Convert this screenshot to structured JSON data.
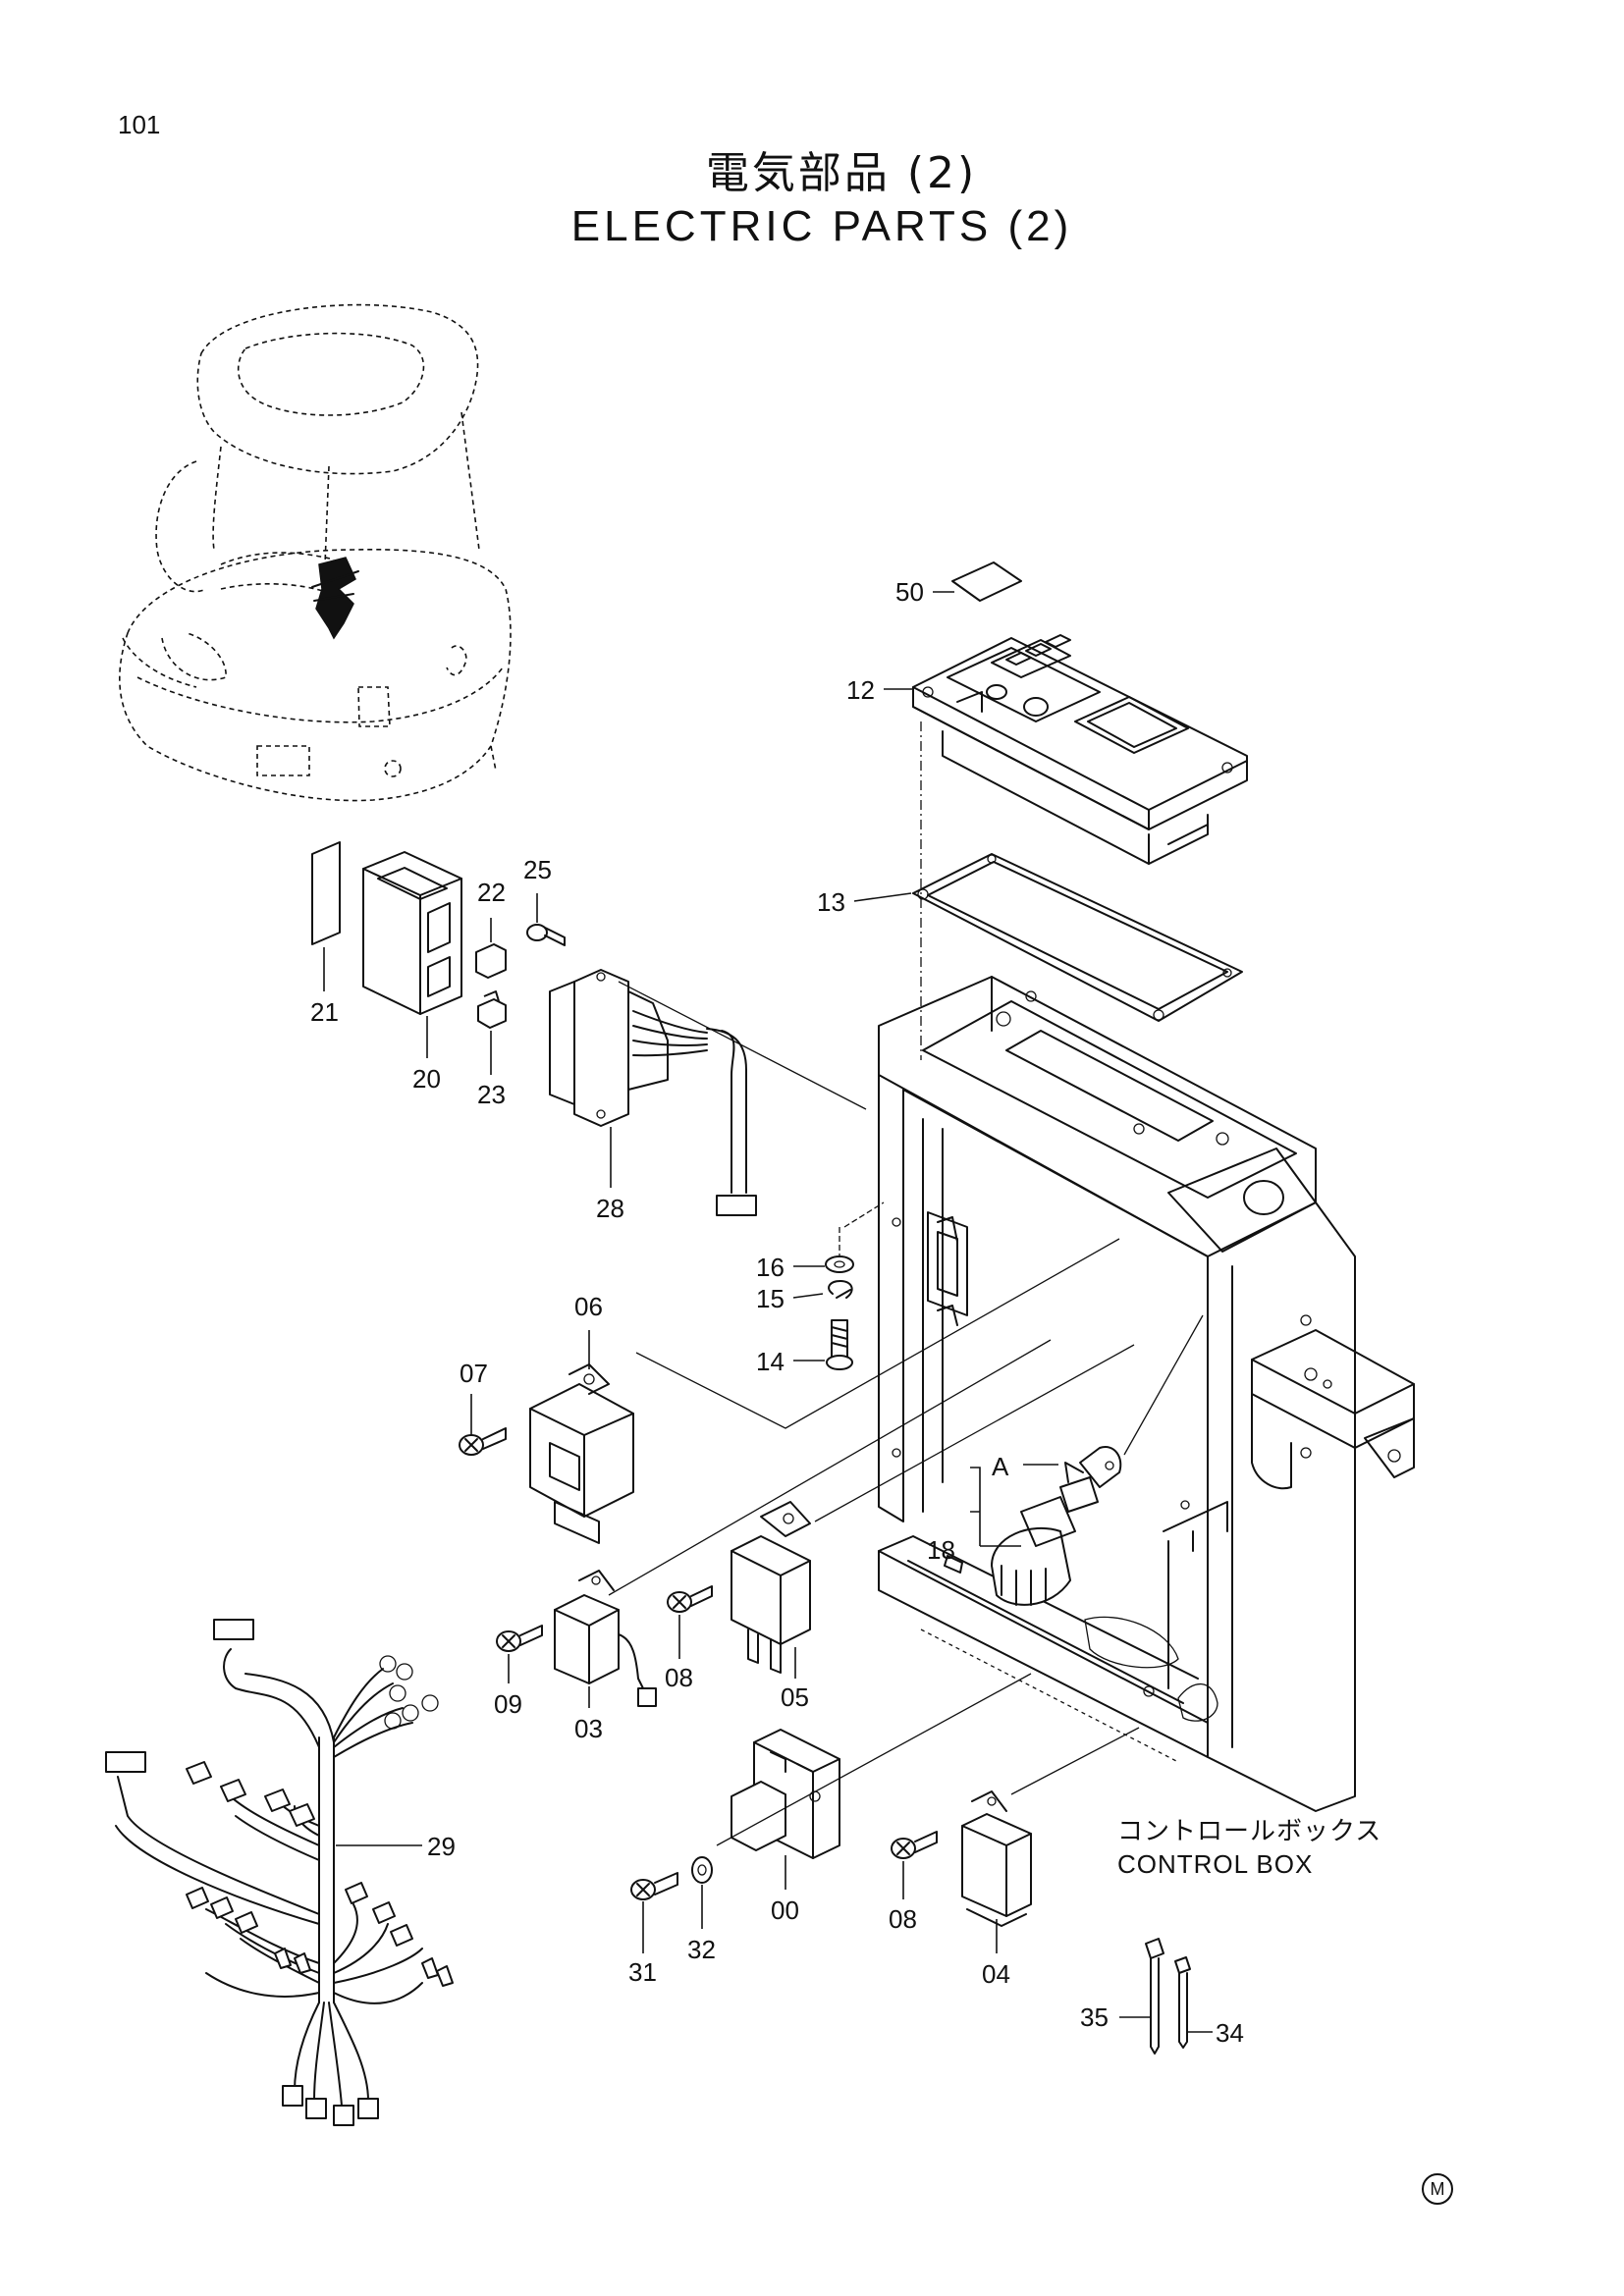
{
  "page_number": "101",
  "title": {
    "ja": "電気部品 (2)",
    "en": "ELECTRIC PARTS (2)"
  },
  "control_box_label": {
    "ja": "コントロールボックス",
    "en": "CONTROL BOX"
  },
  "callouts": {
    "c50": "50",
    "c12": "12",
    "c13": "13",
    "c25": "25",
    "c22": "22",
    "c21": "21",
    "c20": "20",
    "c23": "23",
    "c28": "28",
    "c16": "16",
    "c15": "15",
    "c14": "14",
    "c06": "06",
    "c07": "07",
    "cA": "A",
    "c18": "18",
    "c09": "09",
    "c03": "03",
    "c08a": "08",
    "c05": "05",
    "c29": "29",
    "c31": "31",
    "c32": "32",
    "c00": "00",
    "c08b": "08",
    "c04": "04",
    "c35": "35",
    "c34": "34"
  },
  "corner_mark": "M"
}
